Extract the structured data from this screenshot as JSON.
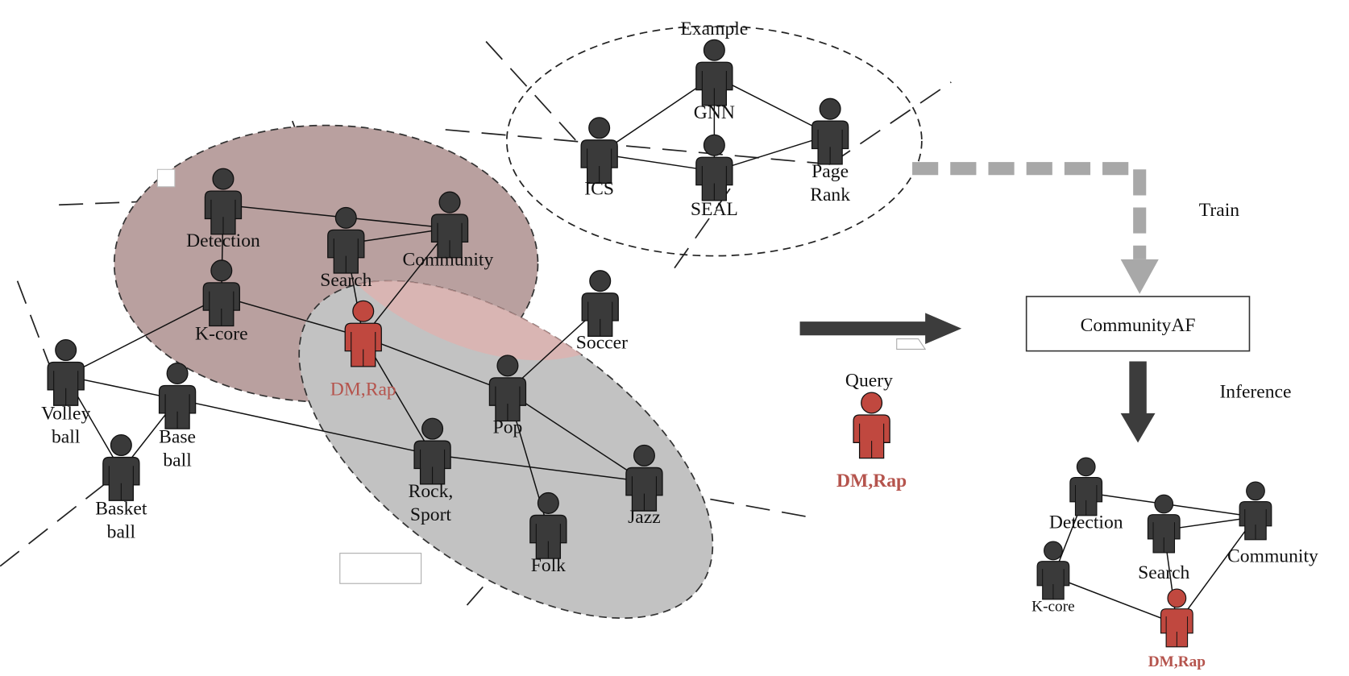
{
  "colors": {
    "person": "#3a3a3a",
    "query_person": "#c0483f",
    "query_label": "#b5544d",
    "community_fill": "#b9a09f",
    "overlap_fill": "#d9b5b3",
    "other_fill": "#c2c2c2",
    "train_arrow": "#a8a8a8",
    "main_arrow": "#3c3c3c"
  },
  "example": {
    "title": "Example",
    "nodes": [
      {
        "id": "gnn",
        "label": [
          "GNN"
        ]
      },
      {
        "id": "ics",
        "label": [
          "ICS"
        ]
      },
      {
        "id": "seal",
        "label": [
          "SEAL"
        ]
      },
      {
        "id": "pagerank",
        "label": [
          "Page",
          "Rank"
        ]
      }
    ],
    "edges": [
      [
        "ics",
        "gnn"
      ],
      [
        "gnn",
        "pagerank"
      ],
      [
        "gnn",
        "seal"
      ],
      [
        "ics",
        "seal"
      ],
      [
        "seal",
        "pagerank"
      ]
    ]
  },
  "graph": {
    "nodes": [
      {
        "id": "detection",
        "label": [
          "Detection"
        ]
      },
      {
        "id": "search",
        "label": [
          "Search"
        ]
      },
      {
        "id": "community",
        "label": [
          "Community"
        ]
      },
      {
        "id": "kcore",
        "label": [
          "K-core"
        ]
      },
      {
        "id": "dmrap",
        "label": [
          "DM,Rap"
        ],
        "query": true
      },
      {
        "id": "volleyball",
        "label": [
          "Volley",
          "ball"
        ]
      },
      {
        "id": "baseball",
        "label": [
          "Base",
          "ball"
        ]
      },
      {
        "id": "basketball",
        "label": [
          "Basket",
          "ball"
        ]
      },
      {
        "id": "soccer",
        "label": [
          "Soccer"
        ]
      },
      {
        "id": "pop",
        "label": [
          "Pop"
        ]
      },
      {
        "id": "rocksport",
        "label": [
          "Rock,",
          "Sport"
        ]
      },
      {
        "id": "jazz",
        "label": [
          "Jazz"
        ]
      },
      {
        "id": "folk",
        "label": [
          "Folk"
        ]
      }
    ],
    "edges": [
      [
        "detection",
        "community"
      ],
      [
        "detection",
        "kcore"
      ],
      [
        "search",
        "community"
      ],
      [
        "search",
        "dmrap"
      ],
      [
        "community",
        "dmrap"
      ],
      [
        "kcore",
        "dmrap"
      ],
      [
        "kcore",
        "volleyball"
      ],
      [
        "volleyball",
        "baseball"
      ],
      [
        "volleyball",
        "basketball"
      ],
      [
        "baseball",
        "basketball"
      ],
      [
        "baseball",
        "rocksport"
      ],
      [
        "dmrap",
        "pop"
      ],
      [
        "dmrap",
        "rocksport"
      ],
      [
        "pop",
        "soccer"
      ],
      [
        "pop",
        "jazz"
      ],
      [
        "pop",
        "folk"
      ],
      [
        "rocksport",
        "jazz"
      ]
    ]
  },
  "query": {
    "title": "Query",
    "label": "DM,Rap"
  },
  "model": {
    "label": "CommunityAF"
  },
  "train_label": "Train",
  "inference_label": "Inference",
  "result": {
    "nodes": [
      {
        "id": "r_detection",
        "label": [
          "Detection"
        ]
      },
      {
        "id": "r_search",
        "label": [
          "Search"
        ]
      },
      {
        "id": "r_community",
        "label": [
          "Community"
        ]
      },
      {
        "id": "r_kcore",
        "label": [
          "K-core"
        ],
        "small": true
      },
      {
        "id": "r_dmrap",
        "label": [
          "DM,Rap"
        ],
        "query": true,
        "small": true
      }
    ],
    "edges": [
      [
        "r_detection",
        "r_community"
      ],
      [
        "r_search",
        "r_community"
      ],
      [
        "r_detection",
        "r_kcore"
      ],
      [
        "r_kcore",
        "r_dmrap"
      ],
      [
        "r_search",
        "r_dmrap"
      ],
      [
        "r_community",
        "r_dmrap"
      ]
    ]
  }
}
